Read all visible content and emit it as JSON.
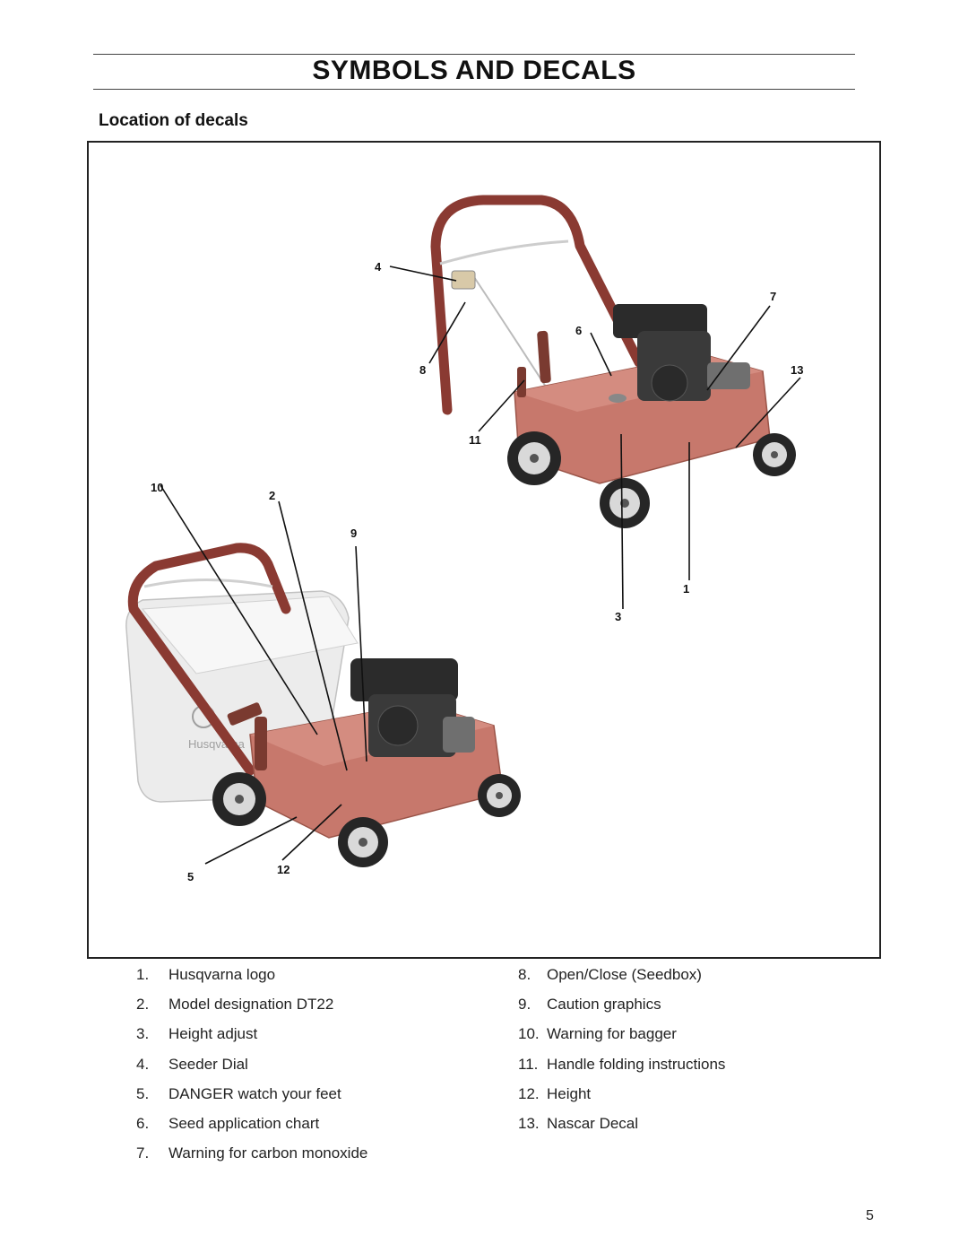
{
  "header": {
    "title": "SYMBOLS AND DECALS",
    "subtitle": "Location of decals"
  },
  "figure": {
    "callouts": [
      "1",
      "2",
      "3",
      "4",
      "5",
      "6",
      "7",
      "8",
      "9",
      "10",
      "11",
      "12",
      "13"
    ],
    "logo_text": "Husqvarna"
  },
  "legend": {
    "left": [
      {
        "num": "1.",
        "text": "Husqvarna logo"
      },
      {
        "num": "2.",
        "text": "Model designation DT22"
      },
      {
        "num": "3.",
        "text": "Height adjust"
      },
      {
        "num": "4.",
        "text": "Seeder Dial"
      },
      {
        "num": "5.",
        "text": "DANGER watch your feet"
      },
      {
        "num": "6.",
        "text": "Seed application chart"
      },
      {
        "num": "7.",
        "text": "Warning for carbon monoxide"
      }
    ],
    "right": [
      {
        "num": "8.",
        "text": "Open/Close (Seedbox)"
      },
      {
        "num": "9.",
        "text": "Caution graphics"
      },
      {
        "num": "10.",
        "text": "Warning for bagger"
      },
      {
        "num": "11.",
        "text": "Handle folding instructions"
      },
      {
        "num": "12.",
        "text": "Height"
      },
      {
        "num": "13.",
        "text": "Nascar Decal"
      }
    ]
  },
  "footer": {
    "page_number": "5"
  }
}
